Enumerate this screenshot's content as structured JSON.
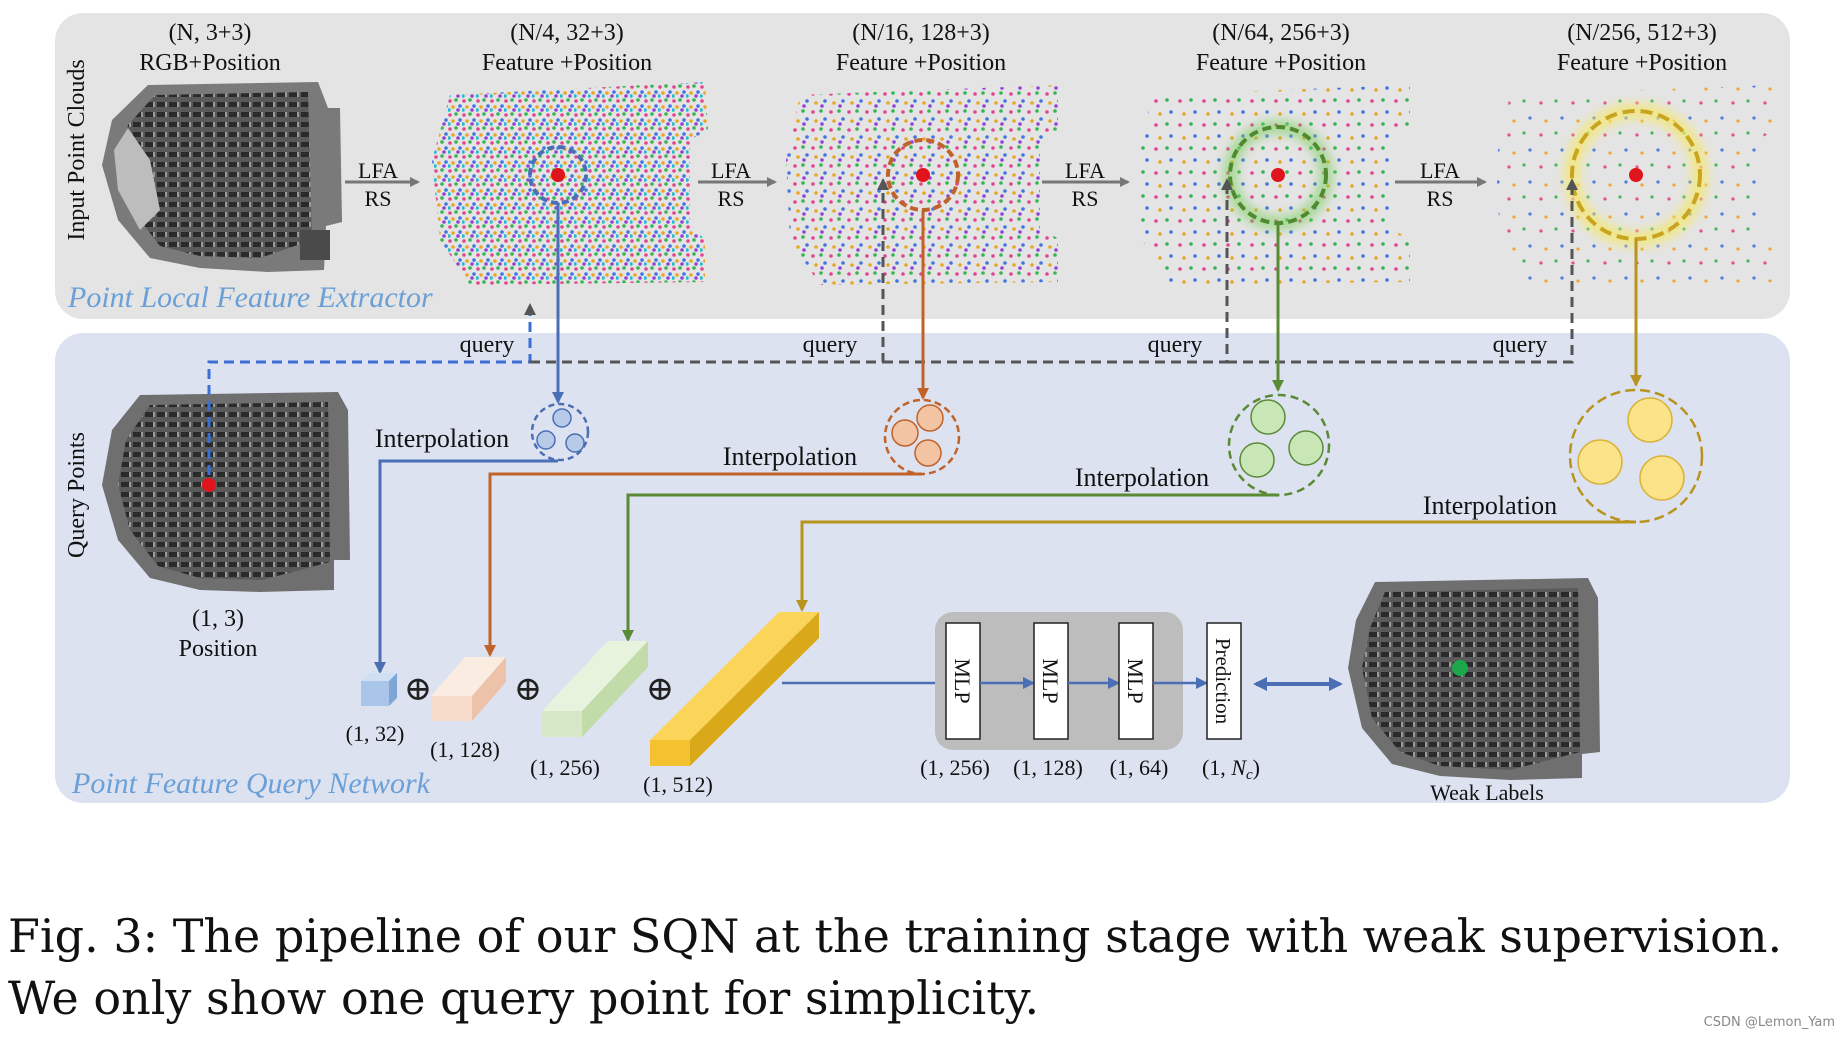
{
  "top_panel": {
    "side_label": "Input Point Clouds",
    "name": "Point Local Feature Extractor",
    "stages": [
      {
        "dims": "(N, 3+3)",
        "desc": "RGB+Position"
      },
      {
        "dims": "(N/4, 32+3)",
        "desc": "Feature +Position"
      },
      {
        "dims": "(N/16, 128+3)",
        "desc": "Feature +Position"
      },
      {
        "dims": "(N/64, 256+3)",
        "desc": "Feature +Position"
      },
      {
        "dims": "(N/256, 512+3)",
        "desc": "Feature +Position"
      }
    ],
    "ops": [
      {
        "top": "LFA",
        "bottom": "RS"
      },
      {
        "top": "LFA",
        "bottom": "RS"
      },
      {
        "top": "LFA",
        "bottom": "RS"
      },
      {
        "top": "LFA",
        "bottom": "RS"
      }
    ],
    "query_labels": [
      "query",
      "query",
      "query",
      "query"
    ]
  },
  "bottom_panel": {
    "side_label": "Query Points",
    "name": "Point Feature Query Network",
    "query_point": {
      "dims": "(1, 3)",
      "desc": "Position"
    },
    "interpolation_labels": [
      "Interpolation",
      "Interpolation",
      "Interpolation",
      "Interpolation"
    ],
    "features": [
      "(1, 32)",
      "(1, 128)",
      "(1, 256)",
      "(1, 512)"
    ],
    "mlps": [
      {
        "label": "MLP",
        "dims": "(1, 256)"
      },
      {
        "label": "MLP",
        "dims": "(1, 128)"
      },
      {
        "label": "MLP",
        "dims": "(1, 64)"
      }
    ],
    "prediction": {
      "label": "Prediction",
      "dims_prefix": "(1, ",
      "dims_symbol": "N",
      "dims_sub": "c",
      "dims_suffix": ")"
    },
    "weak_labels": "Weak Labels"
  },
  "colors": {
    "blue": "#4a6fb5",
    "orange": "#c0622a",
    "green": "#5a8a35",
    "gold": "#b8941e",
    "panel_top": "#e4e4e4",
    "panel_bottom": "#dce2f0",
    "panel_label": "#6a9fd8"
  },
  "caption": "Fig. 3: The pipeline of our SQN at the training stage with weak supervision. We only show one query point for simplicity.",
  "watermark": "CSDN @Lemon_Yam"
}
